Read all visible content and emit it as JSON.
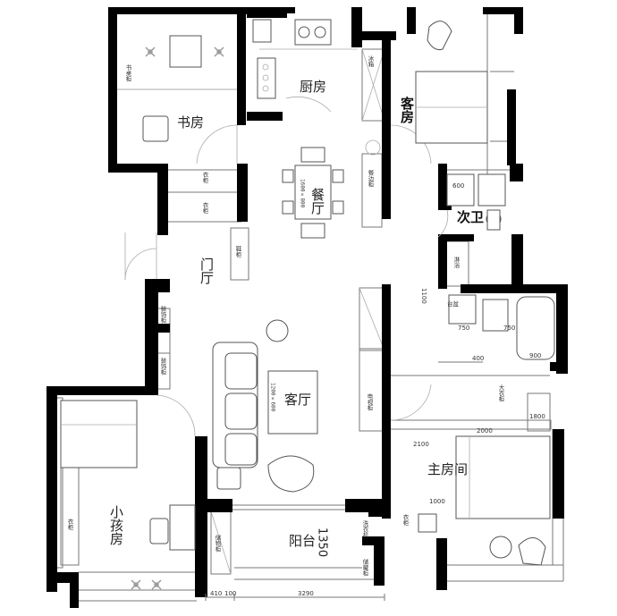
{
  "rooms": {
    "study": "书房",
    "kitchen": "厨房",
    "guest_bedroom": "客房",
    "dining_room": "餐厅",
    "dining_table_size": "1600×800",
    "second_bath": "次卫",
    "foyer": "门厅",
    "living_room": "客厅",
    "coffee_table_size": "1200×600",
    "master_bedroom": "主房间",
    "kids_room": "小孩房",
    "balcony": "阳台"
  },
  "fixtures": {
    "study_desk": "书桌柜",
    "wardrobe": "衣柜",
    "wardrobe_big": "大衣柜",
    "fridge": "冰箱",
    "shoe_cabinet": "鞋柜",
    "shoe_cabinet_foyer": "鞋柜",
    "sideboard": "餐边柜",
    "tv_cabinet": "电视柜",
    "storage_cabinet": "储物柜",
    "display_cabinet": "装饰柜",
    "shower": "淋浴",
    "washbasin": "台盆",
    "washing_machine": "洗衣机",
    "dryer_cabinet": "储藏柜",
    "closet": "衣柜"
  },
  "dimensions": {
    "balcony_width": "1350",
    "bottom_left": "410",
    "bottom_mid": "100",
    "bottom_total": "3290",
    "bath_a": "600",
    "bath_b": "750",
    "bath_c": "750",
    "bath_d": "900",
    "bed_a": "2100",
    "bed_b": "2000",
    "bed_c": "1000",
    "bed_d": "1800",
    "closet_w": "400",
    "bath_h": "1100"
  }
}
